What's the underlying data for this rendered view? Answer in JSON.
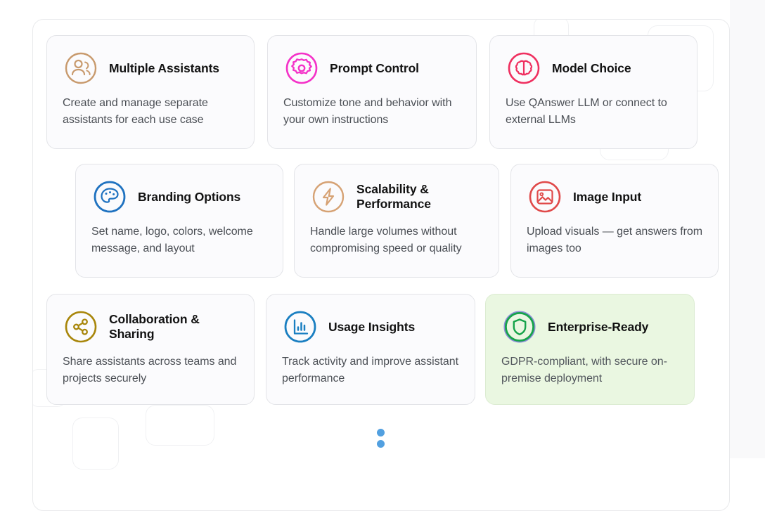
{
  "page": {
    "background": "#ffffff",
    "panel_background": "#ffffff",
    "panel_border": "#e9eaec",
    "gutter_color": "#f9f9fa"
  },
  "cards": [
    {
      "id": "multiple-assistants",
      "title": "Multiple Assistants",
      "desc": "Create and manage separate assistants for each use case",
      "icon": "users-icon",
      "icon_color": "#c89a6d",
      "highlight": false
    },
    {
      "id": "prompt-control",
      "title": "Prompt Control",
      "desc": "Customize tone and behavior with your own instructions",
      "icon": "gear-icon",
      "icon_color": "#f432c8",
      "highlight": false
    },
    {
      "id": "model-choice",
      "title": "Model Choice",
      "desc": "Use QAnswer LLM or connect to external LLMs",
      "icon": "brain-icon",
      "icon_color": "#ef3060",
      "highlight": false
    },
    {
      "id": "branding-options",
      "title": "Branding Options",
      "desc": "Set name, logo, colors, welcome message, and layout",
      "icon": "palette-icon",
      "icon_color": "#1f72c0",
      "highlight": false
    },
    {
      "id": "scalability-performance",
      "title": "Scalability & Performance",
      "desc": "Handle large volumes without compromising speed or quality",
      "icon": "bolt-icon",
      "icon_color": "#d6a274",
      "highlight": false
    },
    {
      "id": "image-input",
      "title": "Image Input",
      "desc": "Upload visuals — get answers from images too",
      "icon": "image-icon",
      "icon_color": "#e04a4a",
      "highlight": false
    },
    {
      "id": "collaboration-sharing",
      "title": "Collaboration & Sharing",
      "desc": "Share assistants across teams and projects securely",
      "icon": "share-icon",
      "icon_color": "#a8860b",
      "highlight": false
    },
    {
      "id": "usage-insights",
      "title": "Usage Insights",
      "desc": "Track activity and improve assistant performance",
      "icon": "bar-chart-icon",
      "icon_color": "#1a7fc1",
      "highlight": false
    },
    {
      "id": "enterprise-ready",
      "title": "Enterprise-Ready",
      "desc": "GDPR-compliant, with secure on-premise deployment",
      "icon": "shield-icon",
      "icon_color": "#16a34a",
      "highlight": true,
      "highlight_background": "#eaf7e1"
    }
  ],
  "pagination": {
    "dot_color": "#52a0e0",
    "dots": 2
  }
}
